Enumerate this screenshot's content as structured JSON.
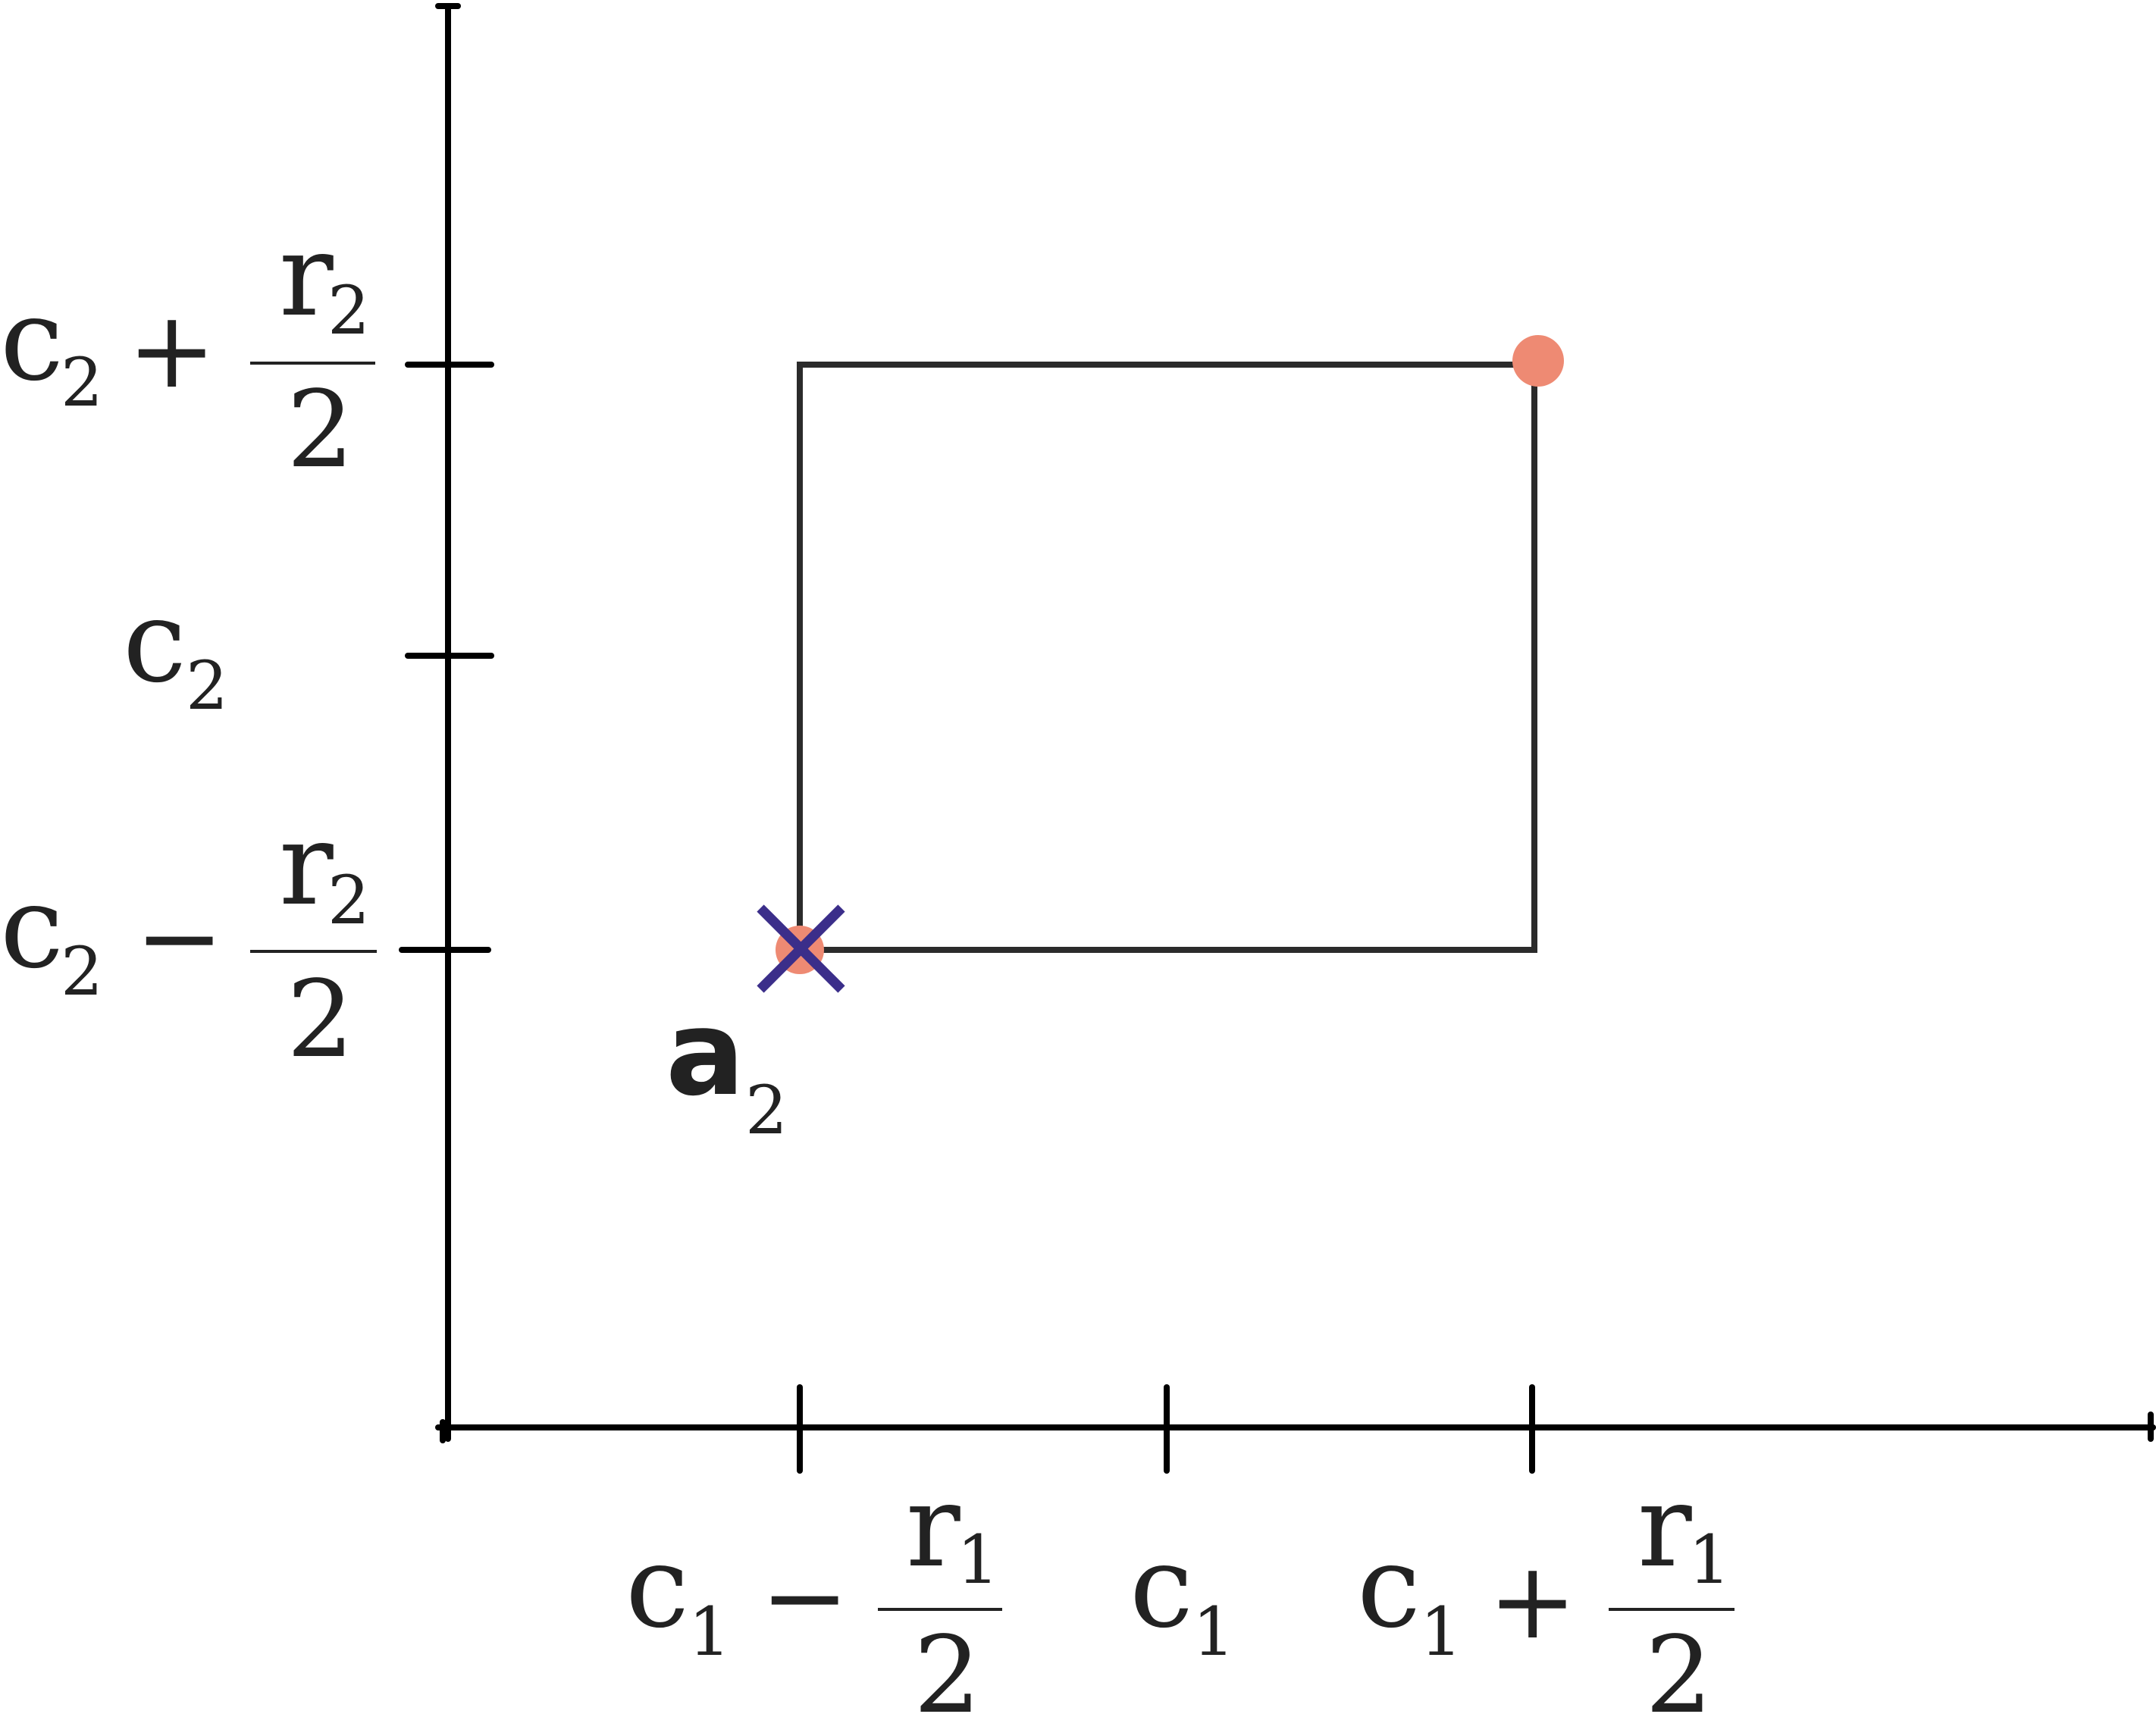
{
  "colors": {
    "axis": "#000000",
    "rect_stroke": "#2b2b2b",
    "text": "#222222",
    "dot": "#ee8a73",
    "cross": "#3b2e8a"
  },
  "x_ticks": {
    "left": {
      "var": "c",
      "sub": "1",
      "op": "−",
      "num_var": "r",
      "num_sub": "1",
      "den": "2"
    },
    "mid": {
      "var": "c",
      "sub": "1"
    },
    "right": {
      "var": "c",
      "sub": "1",
      "op": "+",
      "num_var": "r",
      "num_sub": "1",
      "den": "2"
    }
  },
  "y_ticks": {
    "top": {
      "var": "c",
      "sub": "2",
      "op": "+",
      "num_var": "r",
      "num_sub": "2",
      "den": "2"
    },
    "mid": {
      "var": "c",
      "sub": "2"
    },
    "bottom": {
      "var": "c",
      "sub": "2",
      "op": "−",
      "num_var": "r",
      "num_sub": "2",
      "den": "2"
    }
  },
  "point_label": {
    "var": "a",
    "sub": "2"
  },
  "icons": {
    "corner_dot_top_right": "filled-circle",
    "corner_dot_bottom_left": "filled-circle",
    "marker": "x-cross-icon"
  }
}
